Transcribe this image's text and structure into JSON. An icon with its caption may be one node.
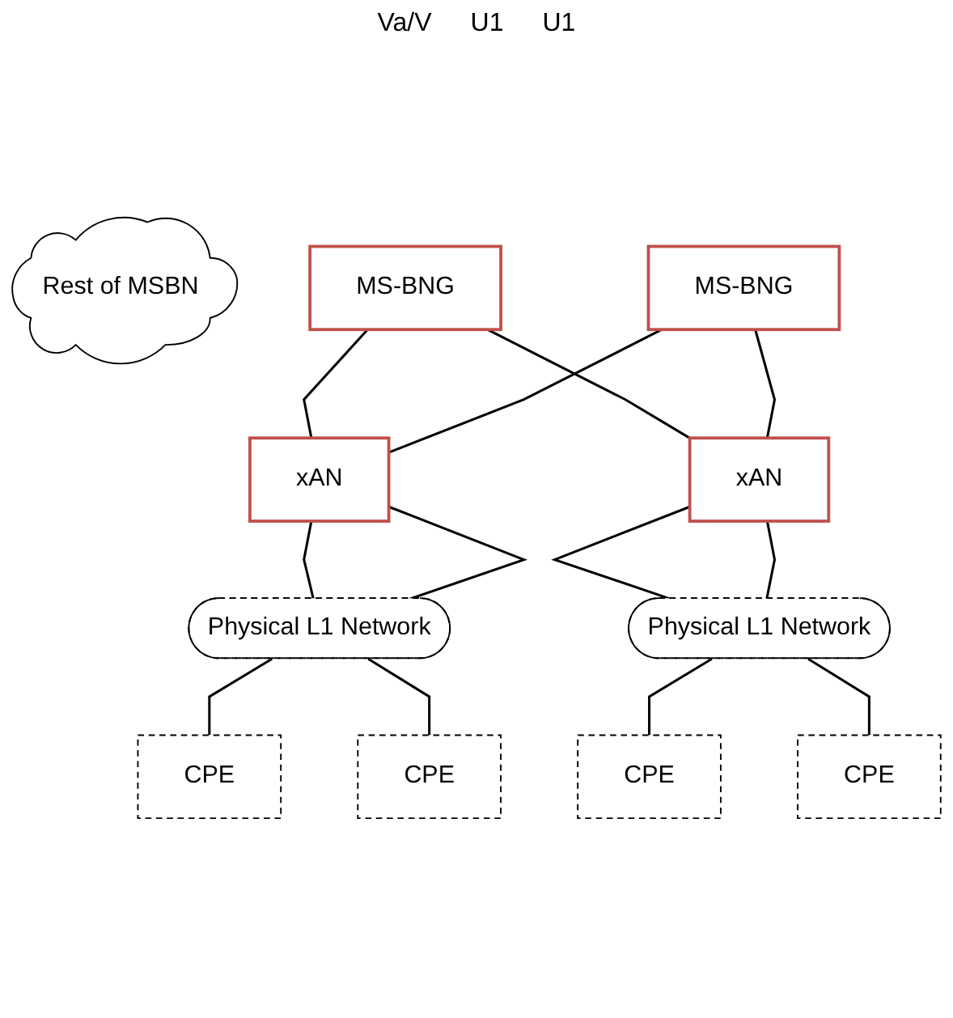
{
  "diagram": {
    "nodes": [
      {
        "text": [
          "Rest of MSBN"
        ]
      },
      {
        "text": [
          "MS-BNG"
        ]
      },
      {
        "text": [
          "MS-BNG"
        ]
      },
      {
        "text": [
          "xAN"
        ]
      },
      {
        "text": [
          "xAN"
        ]
      },
      {
        "text": [
          "Physical L1 Network"
        ]
      },
      {
        "text": [
          "Physical L1 Network"
        ]
      },
      {
        "text": [
          "CPE"
        ]
      },
      {
        "text": [
          "CPE"
        ]
      },
      {
        "text": [
          "CPE"
        ]
      },
      {
        "text": [
          "CPE"
        ]
      }
    ],
    "edges": [
      {
        "from": 1,
        "to": 3,
        "arrow": "none"
      },
      {
        "from": 1,
        "to": 4,
        "arrow": "none"
      },
      {
        "from": 2,
        "to": 3,
        "arrow": "none"
      },
      {
        "from": 2,
        "to": 4,
        "arrow": "none"
      },
      {
        "from": 3,
        "to": 5,
        "arrow": "none"
      },
      {
        "from": 3,
        "to": 5,
        "arrow": "none"
      },
      {
        "from": 4,
        "to": 6,
        "arrow": "none"
      },
      {
        "from": 4,
        "to": 6,
        "arrow": "none"
      },
      {
        "from": 5,
        "to": 7,
        "arrow": "none"
      },
      {
        "from": 5,
        "to": 8,
        "arrow": "none"
      },
      {
        "from": 6,
        "to": 9,
        "arrow": "none"
      },
      {
        "from": 6,
        "to": 10,
        "arrow": "none"
      }
    ],
    "labels": [
      "Va/V",
      "U1",
      "U1"
    ]
  }
}
